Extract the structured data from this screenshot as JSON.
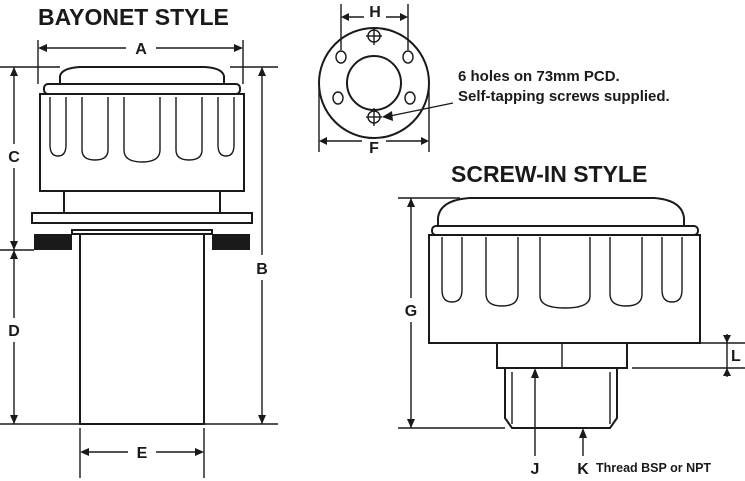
{
  "titles": {
    "bayonet": "BAYONET STYLE",
    "screw": "SCREW-IN STYLE"
  },
  "dimensions": {
    "A": "A",
    "B": "B",
    "C": "C",
    "D": "D",
    "E": "E",
    "F": "F",
    "G": "G",
    "H": "H",
    "J": "J",
    "K": "K",
    "L": "L"
  },
  "notes": {
    "holes_line1": "6 holes on 73mm PCD.",
    "holes_line2": "Self-tapping screws supplied.",
    "thread": "Thread BSP or NPT"
  }
}
